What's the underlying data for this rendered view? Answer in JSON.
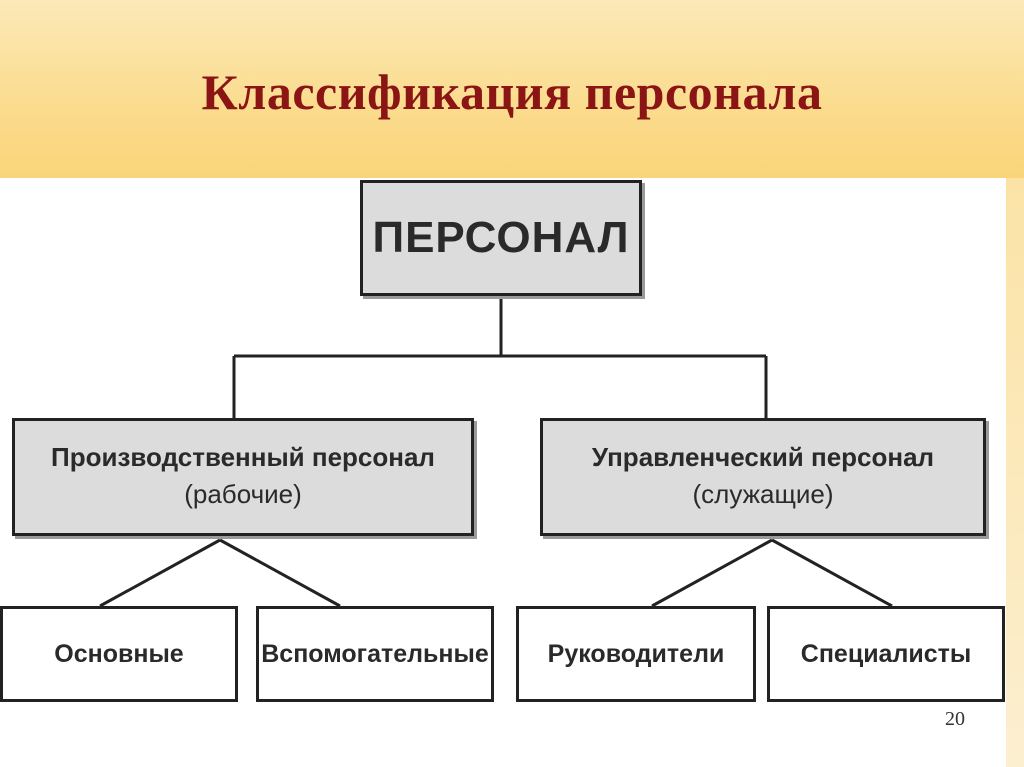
{
  "slide": {
    "title": "Классификация персонала",
    "page_number": "20"
  },
  "colors": {
    "title": "#8b1414",
    "header_band": "#fbdc8e",
    "node_gray": "#dcdcdc",
    "node_border": "#222222"
  },
  "diagram": {
    "root": {
      "label": "ПЕРСОНАЛ"
    },
    "groups": [
      {
        "label": "Производственный персонал",
        "sublabel": "(рабочие)",
        "children": [
          "Основные",
          "Вспомогательные"
        ]
      },
      {
        "label": "Управленческий персонал",
        "sublabel": "(служащие)",
        "children": [
          "Руководители",
          "Специалисты"
        ]
      }
    ]
  }
}
